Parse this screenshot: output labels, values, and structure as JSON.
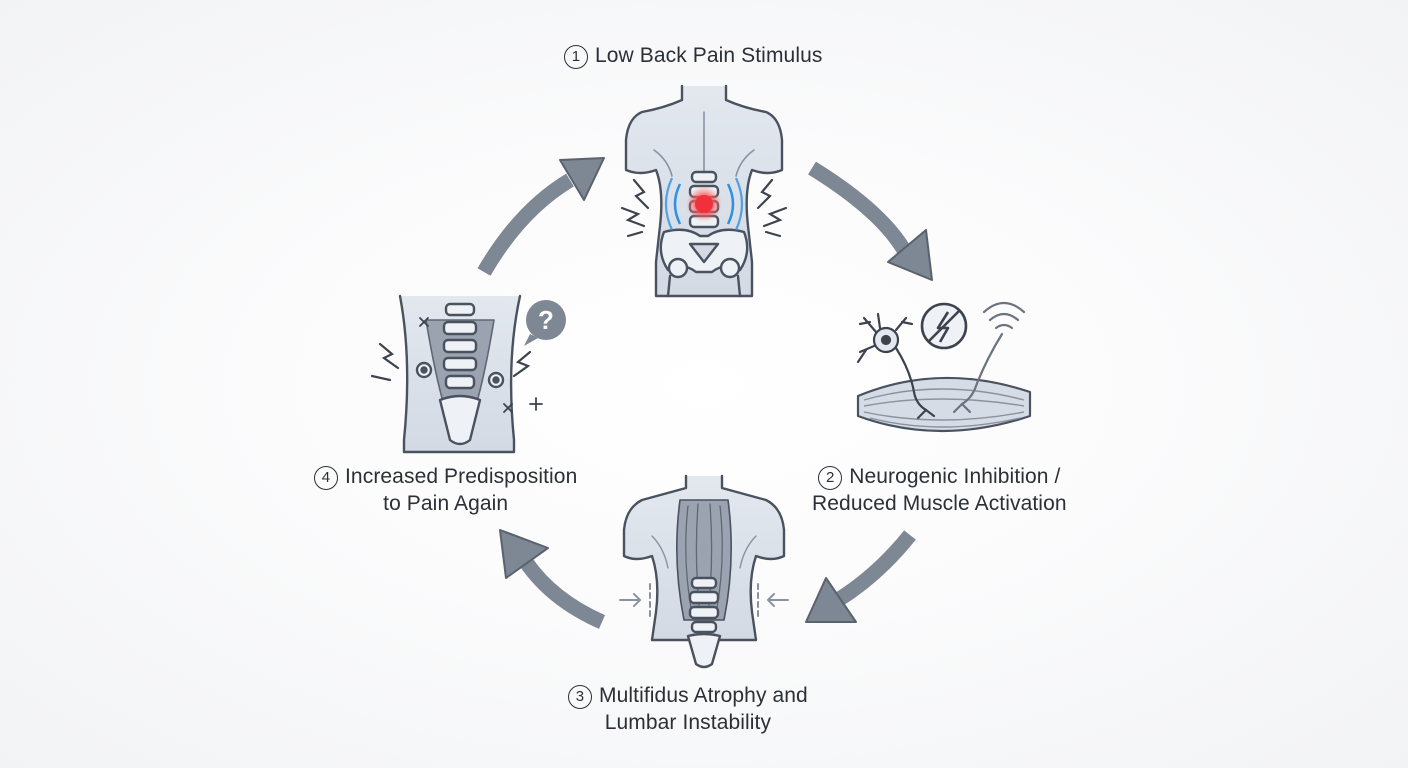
{
  "steps": [
    {
      "number": "1",
      "line1": "Low Back Pain Stimulus",
      "line2": ""
    },
    {
      "number": "2",
      "line1": "Neurogenic Inhibition /",
      "line2": "Reduced Muscle Activation"
    },
    {
      "number": "3",
      "line1": "Multifidus Atrophy and",
      "line2": "Lumbar Instability"
    },
    {
      "number": "4",
      "line1": "Increased Predisposition",
      "line2": "to Pain Again"
    }
  ],
  "icons": {
    "step1": "back-pain-torso-icon",
    "step2": "neuron-muscle-inhibition-icon",
    "step3": "multifidus-atrophy-torso-icon",
    "step4": "unstable-spine-question-icon"
  },
  "colors": {
    "ink": "#2b2f36",
    "outline": "#4a5260",
    "body_fill": "#d9dfe8",
    "arrow": "#7e8794",
    "pain_red": "#f0303a",
    "pain_wave": "#2f8fe0"
  }
}
